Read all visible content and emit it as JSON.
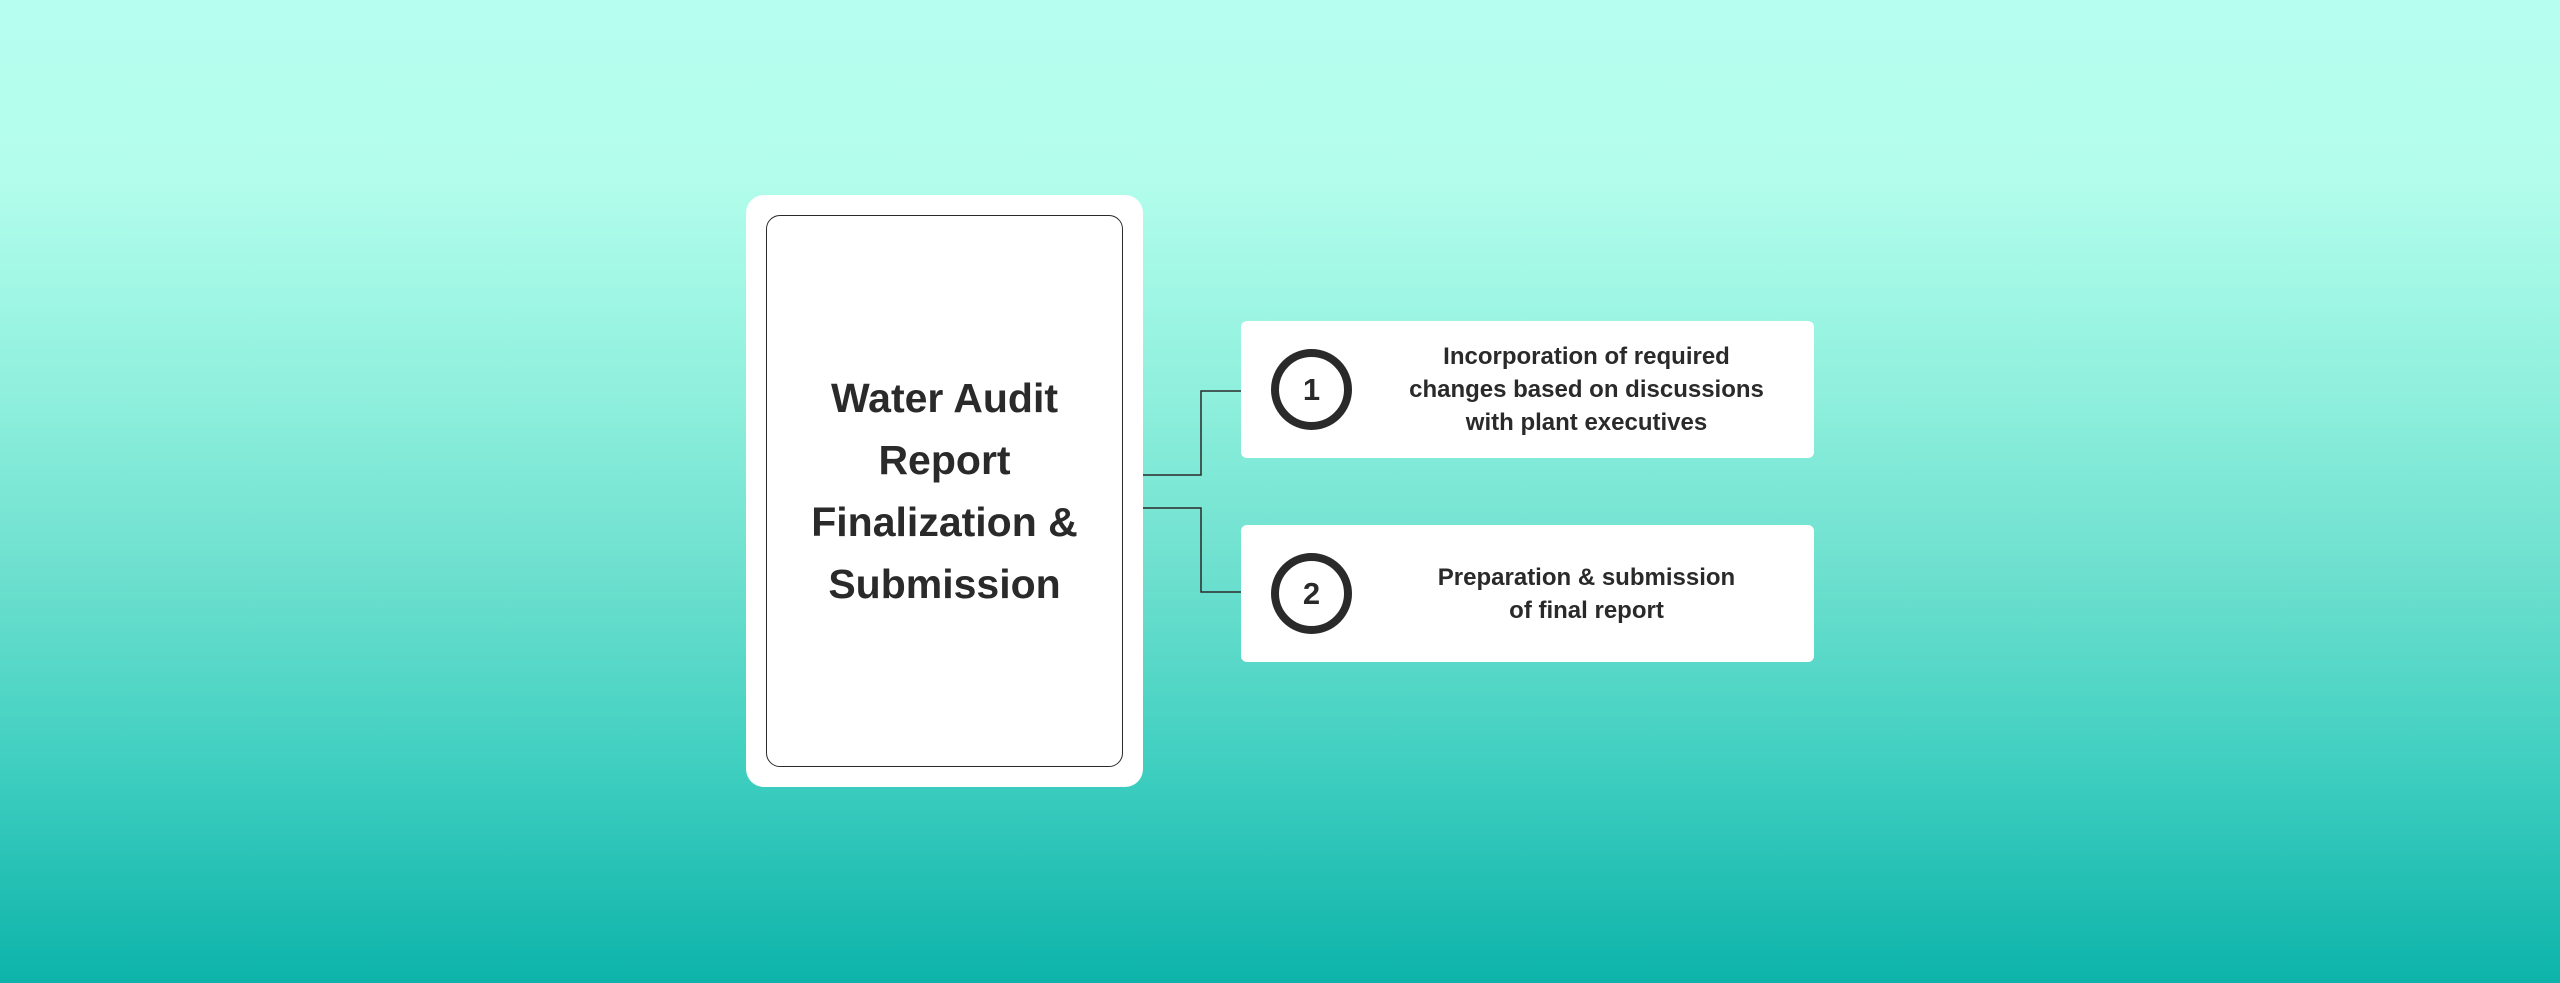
{
  "main": {
    "title_lines": [
      "Water Audit",
      "Report",
      "Finalization &",
      "Submission"
    ]
  },
  "steps": [
    {
      "number": "1",
      "lines": [
        "Incorporation of required",
        "changes based on discussions",
        "with plant executives"
      ]
    },
    {
      "number": "2",
      "lines": [
        "Preparation & submission",
        "of final report"
      ]
    }
  ]
}
